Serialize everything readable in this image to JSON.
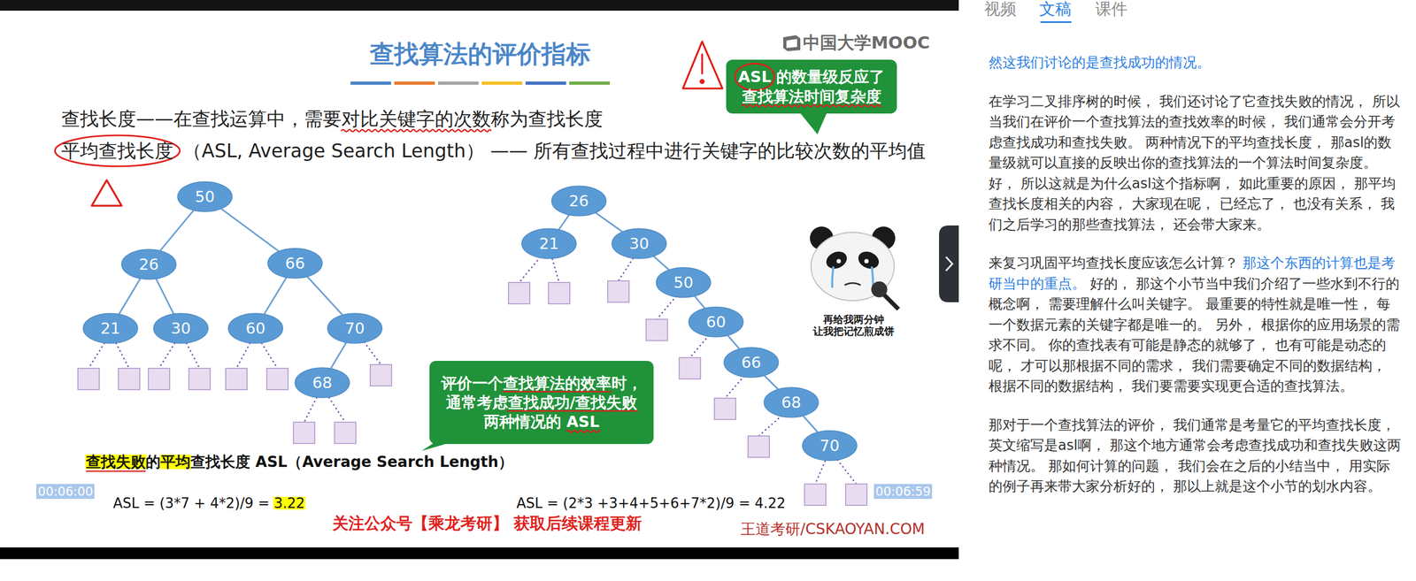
{
  "diagram": {
    "title": "查找算法的评价指标",
    "nodes": [
      {
        "text": [
          "ASL 的数量级反应了 查找算法时间复杂度"
        ]
      },
      {
        "text": [
          "50"
        ]
      },
      {
        "text": [
          "26"
        ]
      },
      {
        "text": [
          "66"
        ]
      },
      {
        "text": [
          "21"
        ]
      },
      {
        "text": [
          "30"
        ]
      },
      {
        "text": [
          "60"
        ]
      },
      {
        "text": [
          "70"
        ]
      },
      {
        "text": [
          "68"
        ]
      },
      {
        "text": [
          "26"
        ]
      },
      {
        "text": [
          "21"
        ]
      },
      {
        "text": [
          "30"
        ]
      },
      {
        "text": [
          "50"
        ]
      },
      {
        "text": [
          "60"
        ]
      },
      {
        "text": [
          "66"
        ]
      },
      {
        "text": [
          "68"
        ]
      },
      {
        "text": [
          "70"
        ]
      },
      {
        "text": [
          "评价一个查找算法的效率时， 通常考虑查找成功/查找失败 两种情况的 ASL"
        ]
      }
    ],
    "edges": [
      {
        "from": 1,
        "to": 2,
        "arrow": "none"
      },
      {
        "from": 1,
        "to": 3,
        "arrow": "none"
      },
      {
        "from": 2,
        "to": 4,
        "arrow": "none"
      },
      {
        "from": 2,
        "to": 5,
        "arrow": "none"
      },
      {
        "from": 3,
        "to": 6,
        "arrow": "none"
      },
      {
        "from": 3,
        "to": 7,
        "arrow": "none"
      },
      {
        "from": 7,
        "to": 8,
        "arrow": "none"
      },
      {
        "from": 9,
        "to": 10,
        "arrow": "none"
      },
      {
        "from": 9,
        "to": 11,
        "arrow": "none"
      },
      {
        "from": 11,
        "to": 12,
        "arrow": "none"
      },
      {
        "from": 12,
        "to": 13,
        "arrow": "none"
      },
      {
        "from": 13,
        "to": 14,
        "arrow": "none"
      },
      {
        "from": 14,
        "to": 15,
        "arrow": "none"
      },
      {
        "from": 15,
        "to": 16,
        "arrow": "none"
      }
    ],
    "labels": [
      "视频",
      "文稿",
      "课件",
      "中国大学MOOC",
      "查找长度——在查找运算中，需要对比关键字的次数称为查找长度",
      "平均查找长度",
      "（ASL, Average Search Length） —— 所有查找过程中进行关键字的比较次数的平均值",
      "再给我两分钟 让我把记忆煎成饼",
      "查找失败的平均查找长度 ASL（Average Search Length）",
      "00:06:00",
      "00:06:59",
      "ASL = (3*7 + 4*2)/9 = 3.22",
      "ASL = (2*3 +3+4+5+6+7*2)/9 = 4.22",
      "关注公众号【乘龙考研】 获取后续课程更新",
      "王道考研/CSKAOYAN.COM",
      "然这我们讨论的是查找成功的情况。",
      "在学习二叉排序树的时候， 我们还讨论了它查找失败的情况， 所以当我们在评价一个查找算法的查找效率的时候， 我们通常会分开考虑查找成功和查找失败。 两种情况下的平均查找长度， 那asl的数量级就可以直接的反映出你的查找算法的一个算法时间复杂度。 好， 所以这就是为什么asl这个指标啊， 如此重要的原因， 那平均查找长度相关的内容， 大家现在呢， 已经忘了， 也没有关系， 我们之后学习的那些查找算法， 还会带大家来。",
      "来复习巩固平均查找长度应该怎么计算？",
      "那这个东西的计算也是考研当中的重点。",
      "好的， 那这个小节当中我们介绍了一些水到不行的概念啊， 需要理解什么叫关键字。 最重要的特性就是唯一性， 每一个数据元素的关键字都是唯一的。 另外， 根据你的应用场景的需求不同。 你的查找表有可能是静态的就够了， 也有可能是动态的呢， 才可以那根据不同的需求， 我们需要确定不同的数据结构， 根据不同的数据结构， 我们要需要实现更合适的查找算法。",
      "那对于一个查找算法的评价， 我们通常是考量它的平均查找长度， 英文缩写是asl啊， 那这个地方通常会考虑查找成功和查找失败这两种情况。 那如何计算的问题， 我们会在之后的小结当中， 用实际的例子再来带大家分析好的， 那以上就是这个小节的划水内容。"
    ]
  }
}
